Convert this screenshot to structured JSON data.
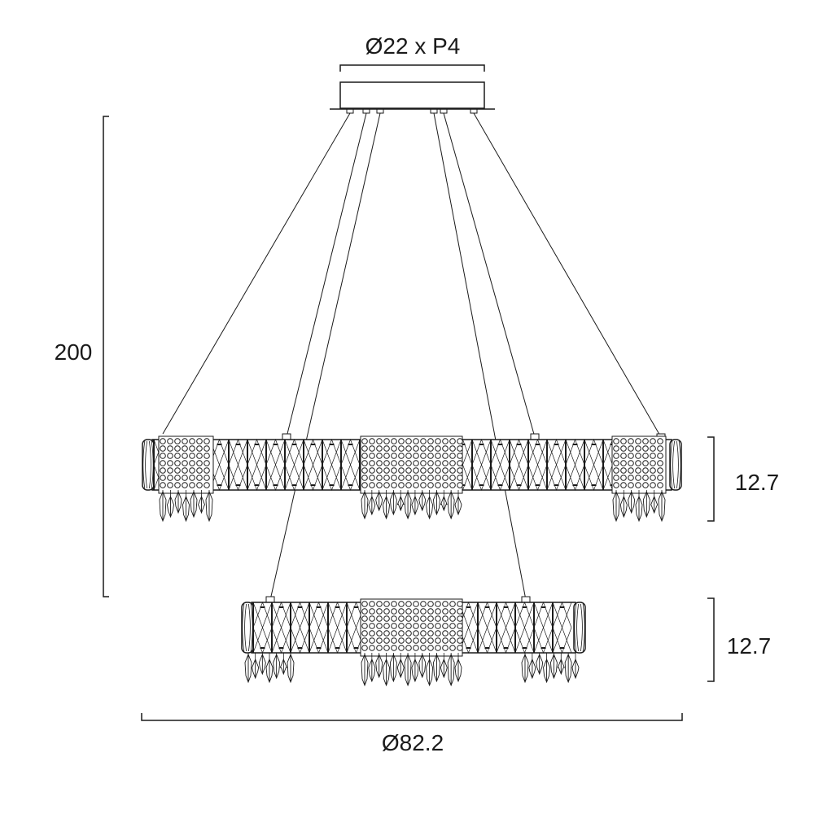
{
  "dimensions": {
    "canopy": "Ø22 x P4",
    "overall_height": "200",
    "upper_ring_height": "12.7",
    "lower_ring_height": "12.7",
    "overall_diameter": "Ø82.2"
  },
  "colors": {
    "line": "#1a1a1a",
    "background": "#ffffff"
  }
}
